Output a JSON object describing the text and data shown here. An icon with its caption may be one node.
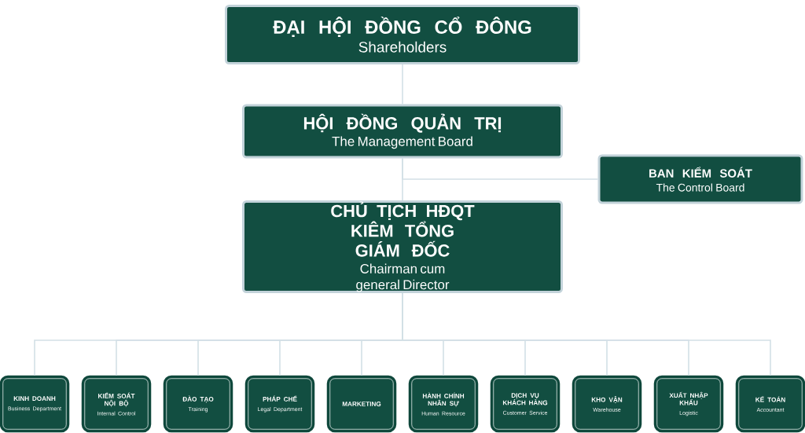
{
  "diagram": {
    "nodes": [
      {
        "text": [
          "ĐẠI HỘI ĐỒNG CỔ ĐÔNG",
          "Shareholders"
        ]
      },
      {
        "text": [
          "HỘI ĐỒNG QUẢN TRỊ",
          "The Management Board"
        ]
      },
      {
        "text": [
          "BAN KIỂM SOÁT",
          "The Control Board"
        ]
      },
      {
        "text": [
          "CHỦ TỊCH HĐQT KIÊM TỔNG GIÁM ĐỐC",
          "Chairman cum general Director"
        ]
      },
      {
        "text": [
          "KINH DOANH",
          "Business Department"
        ]
      },
      {
        "text": [
          "KIỂM SOÁT NỘI BỘ",
          "Internal Control"
        ]
      },
      {
        "text": [
          "ĐÀO TẠO",
          "Training"
        ]
      },
      {
        "text": [
          "PHÁP CHẾ",
          "Legal Department"
        ]
      },
      {
        "text": [
          "MARKETING"
        ]
      },
      {
        "text": [
          "HÀNH CHÍNH NHÂN SỰ",
          "Human Resource"
        ]
      },
      {
        "text": [
          "DỊCH VỤ KHÁCH HÀNG",
          "Customer Service"
        ]
      },
      {
        "text": [
          "KHO VẬN",
          "Warehouse"
        ]
      },
      {
        "text": [
          "XUẤT NHẬP KHẨU",
          "Logistic"
        ]
      },
      {
        "text": [
          "KẾ TOÁN",
          "Accountant"
        ]
      }
    ],
    "edges": [
      {
        "from": 0,
        "to": 1,
        "arrow": "none"
      },
      {
        "from": 1,
        "to": 3,
        "arrow": "none"
      },
      {
        "from": 1,
        "to": 2,
        "arrow": "none"
      },
      {
        "from": 3,
        "to": 4,
        "arrow": "none"
      },
      {
        "from": 3,
        "to": 5,
        "arrow": "none"
      },
      {
        "from": 3,
        "to": 6,
        "arrow": "none"
      },
      {
        "from": 3,
        "to": 7,
        "arrow": "none"
      },
      {
        "from": 3,
        "to": 8,
        "arrow": "none"
      },
      {
        "from": 3,
        "to": 9,
        "arrow": "none"
      },
      {
        "from": 3,
        "to": 10,
        "arrow": "none"
      },
      {
        "from": 3,
        "to": 11,
        "arrow": "none"
      },
      {
        "from": 3,
        "to": 12,
        "arrow": "none"
      },
      {
        "from": 3,
        "to": 13,
        "arrow": "none"
      }
    ]
  }
}
